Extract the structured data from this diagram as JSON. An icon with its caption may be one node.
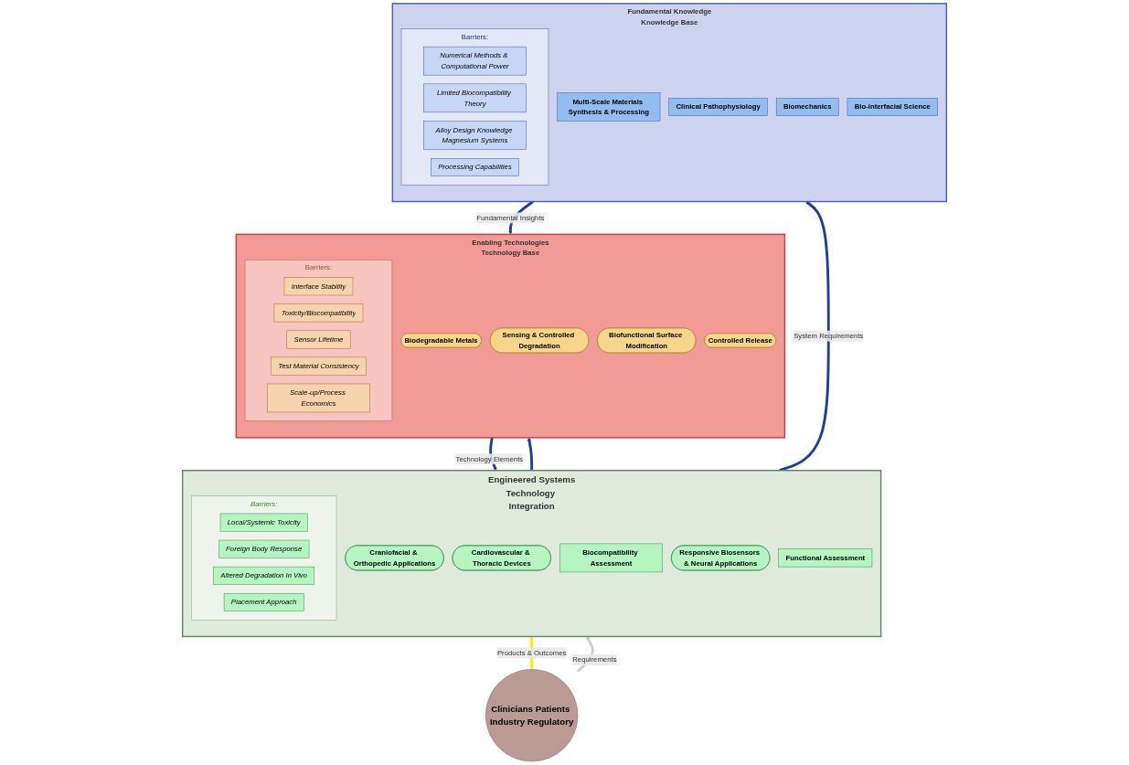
{
  "diagram": {
    "nodes": [
      {
        "text": [
          "Engineered Systems",
          "Technology Integration"
        ]
      },
      {
        "text": [
          "Craniofacial & Orthopedic Applications"
        ],
        "in": 0
      },
      {
        "text": [
          "Cardiovascular & Thoracic Devices"
        ],
        "in": 0
      },
      {
        "text": [
          "Biocompatibility Assessment"
        ],
        "in": 0
      },
      {
        "text": [
          "Responsive Biosensors & Neural Applications"
        ],
        "in": 0
      },
      {
        "text": [
          "Functional Assessment"
        ],
        "in": 0
      },
      {
        "text": [
          "Barriers:"
        ],
        "in": 0
      },
      {
        "text": [
          "Local/Systemic Toxicity"
        ],
        "in": 6
      },
      {
        "text": [
          "Foreign Body Response"
        ],
        "in": 6
      },
      {
        "text": [
          "Altered Degradation In Vivo"
        ],
        "in": 6
      },
      {
        "text": [
          "Placement Approach"
        ],
        "in": 6
      },
      {
        "text": [
          "Clinicians Patients Industry Regulatory"
        ]
      },
      {
        "text": [
          "Enabling Technologies",
          "Technology Base"
        ]
      },
      {
        "text": [
          "Biodegradable Metals"
        ],
        "in": 12
      },
      {
        "text": [
          "Sensing & Controlled Degradation"
        ],
        "in": 12
      },
      {
        "text": [
          "Biofunctional Surface Modification"
        ],
        "in": 12
      },
      {
        "text": [
          "Controlled Release"
        ],
        "in": 12
      },
      {
        "text": [
          "Barriers:"
        ],
        "in": 12
      },
      {
        "text": [
          "Interface Stability"
        ],
        "in": 17
      },
      {
        "text": [
          "Toxicity/Biocompatibility"
        ],
        "in": 17
      },
      {
        "text": [
          "Sensor Lifetime"
        ],
        "in": 17
      },
      {
        "text": [
          "Test Material Consistency"
        ],
        "in": 17
      },
      {
        "text": [
          "Scale-up/Process Economics"
        ],
        "in": 17
      },
      {
        "text": [
          "Fundamental Knowledge",
          "Knowledge Base"
        ]
      },
      {
        "text": [
          "Multi-Scale Materials Synthesis & Processing"
        ],
        "in": 23
      },
      {
        "text": [
          "Clinical Pathophysiology"
        ],
        "in": 23
      },
      {
        "text": [
          "Biomechanics"
        ],
        "in": 23
      },
      {
        "text": [
          "Bio-interfacial Science"
        ],
        "in": 23
      },
      {
        "text": [
          "Barriers:"
        ],
        "in": 23
      },
      {
        "text": [
          "Numerical Methods & Computational Power"
        ],
        "in": 28
      },
      {
        "text": [
          "Limited Biocompatibility Theory"
        ],
        "in": 28
      },
      {
        "text": [
          "Alloy Design Knowledge Magnesium Systems"
        ],
        "in": 28
      },
      {
        "text": [
          "Processing Capabilities"
        ],
        "in": 28
      }
    ],
    "edges": [
      {
        "from": 11,
        "to": 0,
        "arrow": "to",
        "label": "Requirements",
        "color": "#d8ccc0"
      },
      {
        "from": 0,
        "to": 11,
        "arrow": "to",
        "label": "Products & Outcomes",
        "color": "#ffee00"
      },
      {
        "from": 12,
        "to": 0,
        "arrow": "to",
        "label": "Technology Elements"
      },
      {
        "from": 23,
        "to": 12,
        "arrow": "to",
        "label": "Fundamental Insights"
      },
      {
        "from": 0,
        "to": 12,
        "arrow": "to"
      },
      {
        "from": 0,
        "to": 23,
        "arrow": "to",
        "label": "System Requirements"
      }
    ]
  }
}
